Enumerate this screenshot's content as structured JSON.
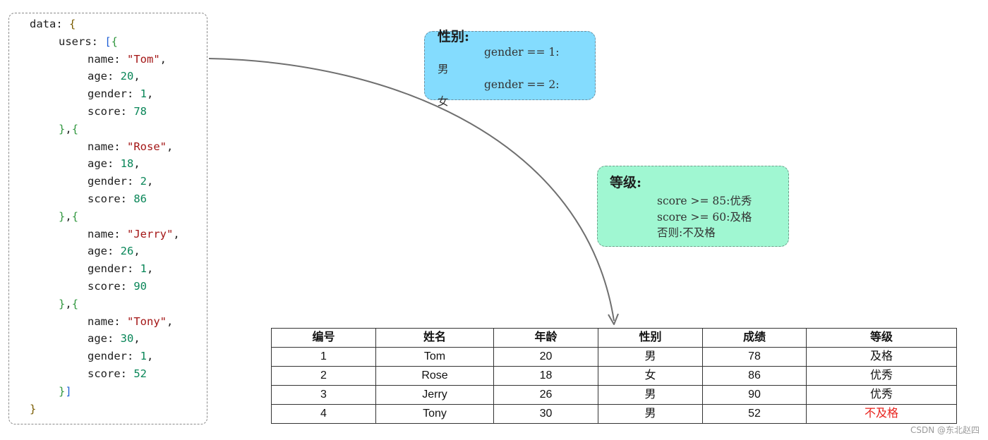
{
  "code": {
    "lines": [
      {
        "indent": 0,
        "tokens": [
          {
            "t": "data: ",
            "c": "key"
          },
          {
            "t": "{",
            "c": "outer-brace"
          }
        ]
      },
      {
        "indent": 1,
        "tokens": [
          {
            "t": "users: ",
            "c": "key"
          },
          {
            "t": "[",
            "c": "bracket"
          },
          {
            "t": "{",
            "c": "brace"
          }
        ]
      },
      {
        "indent": 2,
        "tokens": [
          {
            "t": "name: ",
            "c": "key"
          },
          {
            "t": "\"Tom\"",
            "c": "str"
          },
          {
            "t": ",",
            "c": "punct"
          }
        ]
      },
      {
        "indent": 2,
        "tokens": [
          {
            "t": "age: ",
            "c": "key"
          },
          {
            "t": "20",
            "c": "num"
          },
          {
            "t": ",",
            "c": "punct"
          }
        ]
      },
      {
        "indent": 2,
        "tokens": [
          {
            "t": "gender: ",
            "c": "key"
          },
          {
            "t": "1",
            "c": "num"
          },
          {
            "t": ",",
            "c": "punct"
          }
        ]
      },
      {
        "indent": 2,
        "tokens": [
          {
            "t": "score: ",
            "c": "key"
          },
          {
            "t": "78",
            "c": "num"
          }
        ]
      },
      {
        "indent": 1,
        "tokens": [
          {
            "t": "}",
            "c": "brace"
          },
          {
            "t": ",",
            "c": "punct"
          },
          {
            "t": "{",
            "c": "brace"
          }
        ]
      },
      {
        "indent": 2,
        "tokens": [
          {
            "t": "name: ",
            "c": "key"
          },
          {
            "t": "\"Rose\"",
            "c": "str"
          },
          {
            "t": ",",
            "c": "punct"
          }
        ]
      },
      {
        "indent": 2,
        "tokens": [
          {
            "t": "age: ",
            "c": "key"
          },
          {
            "t": "18",
            "c": "num"
          },
          {
            "t": ",",
            "c": "punct"
          }
        ]
      },
      {
        "indent": 2,
        "tokens": [
          {
            "t": "gender: ",
            "c": "key"
          },
          {
            "t": "2",
            "c": "num"
          },
          {
            "t": ",",
            "c": "punct"
          }
        ]
      },
      {
        "indent": 2,
        "tokens": [
          {
            "t": "score: ",
            "c": "key"
          },
          {
            "t": "86",
            "c": "num"
          }
        ]
      },
      {
        "indent": 1,
        "tokens": [
          {
            "t": "}",
            "c": "brace"
          },
          {
            "t": ",",
            "c": "punct"
          },
          {
            "t": "{",
            "c": "brace"
          }
        ]
      },
      {
        "indent": 2,
        "tokens": [
          {
            "t": "name: ",
            "c": "key"
          },
          {
            "t": "\"Jerry\"",
            "c": "str"
          },
          {
            "t": ",",
            "c": "punct"
          }
        ]
      },
      {
        "indent": 2,
        "tokens": [
          {
            "t": "age: ",
            "c": "key"
          },
          {
            "t": "26",
            "c": "num"
          },
          {
            "t": ",",
            "c": "punct"
          }
        ]
      },
      {
        "indent": 2,
        "tokens": [
          {
            "t": "gender: ",
            "c": "key"
          },
          {
            "t": "1",
            "c": "num"
          },
          {
            "t": ",",
            "c": "punct"
          }
        ]
      },
      {
        "indent": 2,
        "tokens": [
          {
            "t": "score: ",
            "c": "key"
          },
          {
            "t": "90",
            "c": "num"
          }
        ]
      },
      {
        "indent": 1,
        "tokens": [
          {
            "t": "}",
            "c": "brace"
          },
          {
            "t": ",",
            "c": "punct"
          },
          {
            "t": "{",
            "c": "brace"
          }
        ]
      },
      {
        "indent": 2,
        "tokens": [
          {
            "t": "name: ",
            "c": "key"
          },
          {
            "t": "\"Tony\"",
            "c": "str"
          },
          {
            "t": ",",
            "c": "punct"
          }
        ]
      },
      {
        "indent": 2,
        "tokens": [
          {
            "t": "age: ",
            "c": "key"
          },
          {
            "t": "30",
            "c": "num"
          },
          {
            "t": ",",
            "c": "punct"
          }
        ]
      },
      {
        "indent": 2,
        "tokens": [
          {
            "t": "gender: ",
            "c": "key"
          },
          {
            "t": "1",
            "c": "num"
          },
          {
            "t": ",",
            "c": "punct"
          }
        ]
      },
      {
        "indent": 2,
        "tokens": [
          {
            "t": "score: ",
            "c": "key"
          },
          {
            "t": "52",
            "c": "num"
          }
        ]
      },
      {
        "indent": 1,
        "tokens": [
          {
            "t": "}",
            "c": "brace"
          },
          {
            "t": "]",
            "c": "bracket"
          }
        ]
      },
      {
        "indent": 0,
        "tokens": [
          {
            "t": "}",
            "c": "outer-brace"
          }
        ]
      }
    ]
  },
  "gender_note": {
    "title": "性别:",
    "line1": "gender == 1:",
    "line2": "男",
    "line3": "gender == 2:",
    "line4": "女"
  },
  "grade_note": {
    "title": "等级:",
    "line1": "score >= 85:优秀",
    "line2": "score >= 60:及格",
    "line3": "否则:不及格"
  },
  "table": {
    "headers": [
      "编号",
      "姓名",
      "年龄",
      "性别",
      "成绩",
      "等级"
    ],
    "rows": [
      {
        "id": "1",
        "name": "Tom",
        "age": "20",
        "gender": "男",
        "score": "78",
        "grade": "及格",
        "fail": false
      },
      {
        "id": "2",
        "name": "Rose",
        "age": "18",
        "gender": "女",
        "score": "86",
        "grade": "优秀",
        "fail": false
      },
      {
        "id": "3",
        "name": "Jerry",
        "age": "26",
        "gender": "男",
        "score": "90",
        "grade": "优秀",
        "fail": false
      },
      {
        "id": "4",
        "name": "Tony",
        "age": "30",
        "gender": "男",
        "score": "52",
        "grade": "不及格",
        "fail": true
      }
    ]
  },
  "colors": {
    "gender_note_bg": "#84dcfe",
    "grade_note_bg": "#a0f7d2",
    "fail_text": "#e8211b",
    "arrow": "#6f6f6f"
  },
  "watermark": "CSDN @东北赵四"
}
